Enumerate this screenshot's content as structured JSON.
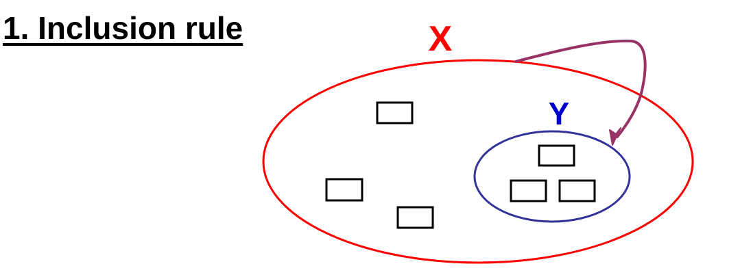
{
  "title": "1. Inclusion rule",
  "sets": {
    "outer": {
      "label": "X",
      "color": "#ff0000"
    },
    "inner": {
      "label": "Y",
      "color": "#0000cc",
      "outline_color": "#333399"
    }
  },
  "arrow": {
    "from": "X",
    "to": "Y",
    "color": "#993366"
  },
  "element_color": "#000000"
}
